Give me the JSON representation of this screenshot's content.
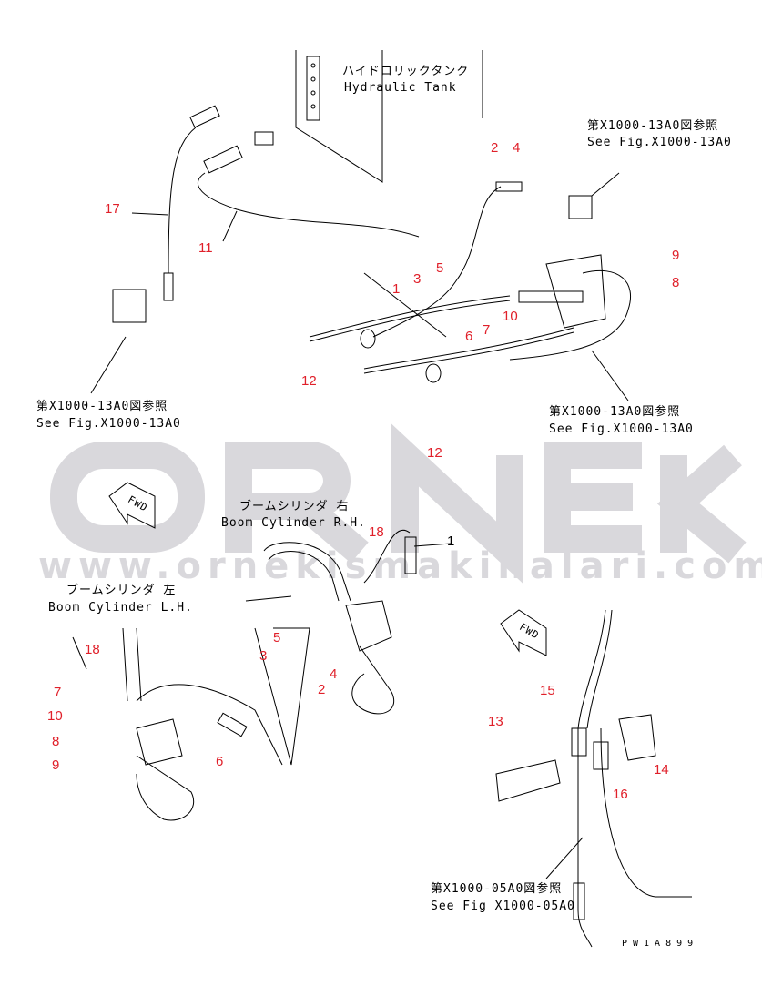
{
  "watermark": {
    "brand": "ORNEK",
    "url": "www.ornekismakinalari.com.tr"
  },
  "labels": {
    "tank_jp": "ハイドロリックタンク",
    "tank_en": "Hydraulic Tank",
    "boom_rh_jp": "ブームシリンダ 右",
    "boom_rh_en": "Boom Cylinder R.H.",
    "boom_lh_jp": "ブームシリンダ 左",
    "boom_lh_en": "Boom Cylinder L.H.",
    "fwd": "FWD"
  },
  "references": [
    {
      "jp": "第X1000-13A0図参照",
      "en": "See Fig.X1000-13A0"
    },
    {
      "jp": "第X1000-13A0図参照",
      "en": "See Fig.X1000-13A0"
    },
    {
      "jp": "第X1000-13A0図参照",
      "en": "See Fig.X1000-13A0"
    },
    {
      "jp": "第X1000-05A0図参照",
      "en": "See Fig X1000-05A0"
    }
  ],
  "callouts": [
    "17",
    "11",
    "2",
    "4",
    "5",
    "3",
    "1",
    "10",
    "7",
    "6",
    "9",
    "8",
    "12",
    "12",
    "18",
    "1",
    "5",
    "3",
    "4",
    "2",
    "18",
    "7",
    "10",
    "8",
    "9",
    "6",
    "13",
    "15",
    "14",
    "16"
  ],
  "drawing_code": "PW1A899",
  "colors": {
    "callout": "#e0202a",
    "watermark": "#d9d8dc",
    "line": "#000000"
  }
}
